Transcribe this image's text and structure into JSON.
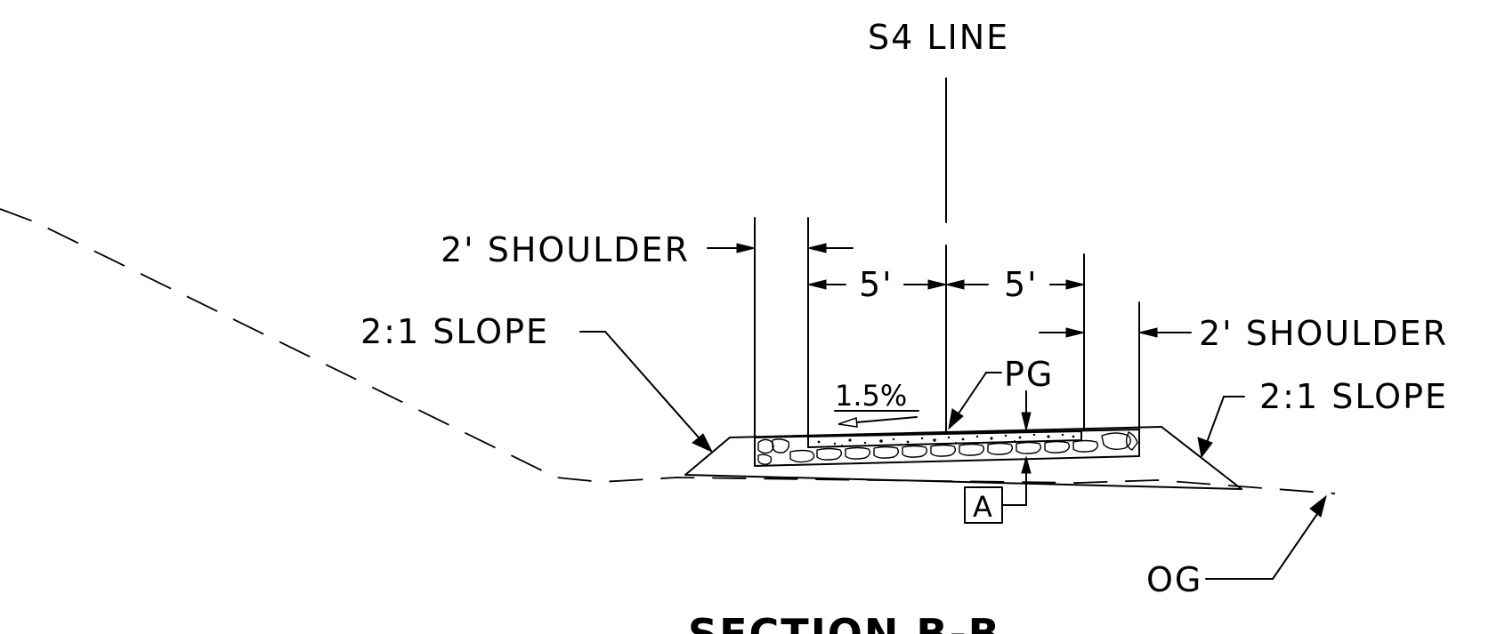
{
  "labels": {
    "centerline": "S4 LINE",
    "left_shoulder": "2' SHOULDER",
    "right_shoulder": "2' SHOULDER",
    "left_slope": "2:1 SLOPE",
    "right_slope": "2:1 SLOPE",
    "left_lane": "5'",
    "right_lane": "5'",
    "cross_slope": "1.5%",
    "profile_grade": "PG",
    "section_callout": "A",
    "original_ground": "OG",
    "title": "SECTION B-B"
  }
}
